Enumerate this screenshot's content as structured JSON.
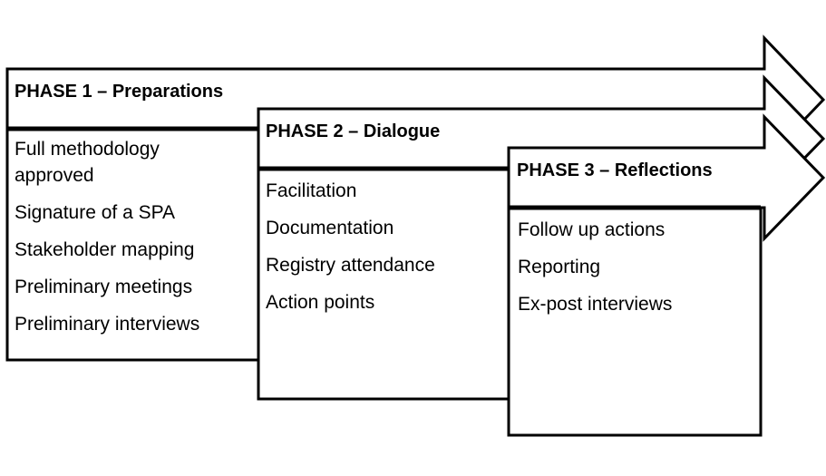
{
  "phases": [
    {
      "title": "PHASE 1 – Preparations",
      "items": [
        "Full methodology approved",
        "Signature of a SPA",
        "Stakeholder mapping",
        "Preliminary meetings",
        "Preliminary interviews"
      ]
    },
    {
      "title": "PHASE 2 – Dialogue",
      "items": [
        "Facilitation",
        "Documentation",
        "Registry attendance",
        "Action points"
      ]
    },
    {
      "title": "PHASE 3 – Reflections",
      "items": [
        "Follow up actions",
        "Reporting",
        "Ex-post interviews"
      ]
    }
  ]
}
